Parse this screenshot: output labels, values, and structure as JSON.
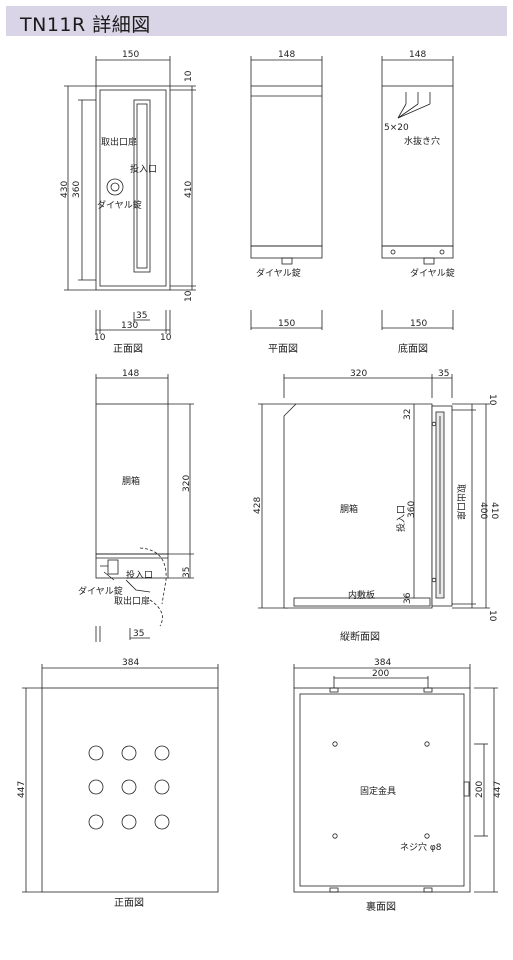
{
  "title": "TN11R 詳細図",
  "views": {
    "front": {
      "caption": "正面図",
      "dims": {
        "w_top": "150",
        "h_total": "430",
        "h_inner": "360",
        "right_410": "410",
        "right_top": "10",
        "right_bottom": "10",
        "bot_35": "35",
        "bot_130": "130",
        "bot_10a": "10",
        "bot_10b": "10"
      },
      "labels": {
        "exit_door": "取出口扉",
        "slot": "投入口",
        "dial_lock": "ダイヤル錠"
      }
    },
    "top_view": {
      "caption": "平面図",
      "dims": {
        "w_top": "148",
        "w_bottom": "150"
      },
      "labels": {
        "dial_lock": "ダイヤル錠"
      }
    },
    "bottom_view": {
      "caption": "底面図",
      "dims": {
        "w_top": "148",
        "w_bottom": "150"
      },
      "labels": {
        "drain": "5×20",
        "drain_name": "水抜き穴",
        "dial_lock": "ダイヤル錠"
      }
    },
    "side": {
      "dims": {
        "w_top": "148",
        "h_320": "320",
        "h_35": "35",
        "bot_35": "35"
      },
      "labels": {
        "body": "胴箱",
        "dial_lock": "ダイヤル錠",
        "slot": "投入口",
        "exit_door": "取出口扉"
      }
    },
    "section": {
      "caption": "縦断面図",
      "dims": {
        "w_320": "320",
        "w_35": "35",
        "h_428": "428",
        "d_32": "32",
        "slot_h": "投入口\n360",
        "d_36": "36",
        "r_10a": "10",
        "r_400": "400",
        "r_410": "410",
        "r_10b": "10"
      },
      "labels": {
        "body": "胴箱",
        "exit_door": "取出口扉",
        "inner_plate": "内敷板",
        "slot_line1": "投入口",
        "slot_line2": "360"
      }
    },
    "plate_front": {
      "caption": "正面図",
      "dims": {
        "w": "384",
        "h": "447"
      }
    },
    "plate_back": {
      "caption": "裏面図",
      "dims": {
        "w": "384",
        "w_inner": "200",
        "h": "447",
        "h_inner": "200"
      },
      "labels": {
        "bracket": "固定金具",
        "screw": "ネジ穴 φ8"
      }
    }
  },
  "colors": {
    "header_bg": "#d9d4e6",
    "line": "#222222",
    "panel_fill": "#f2f2f2"
  }
}
